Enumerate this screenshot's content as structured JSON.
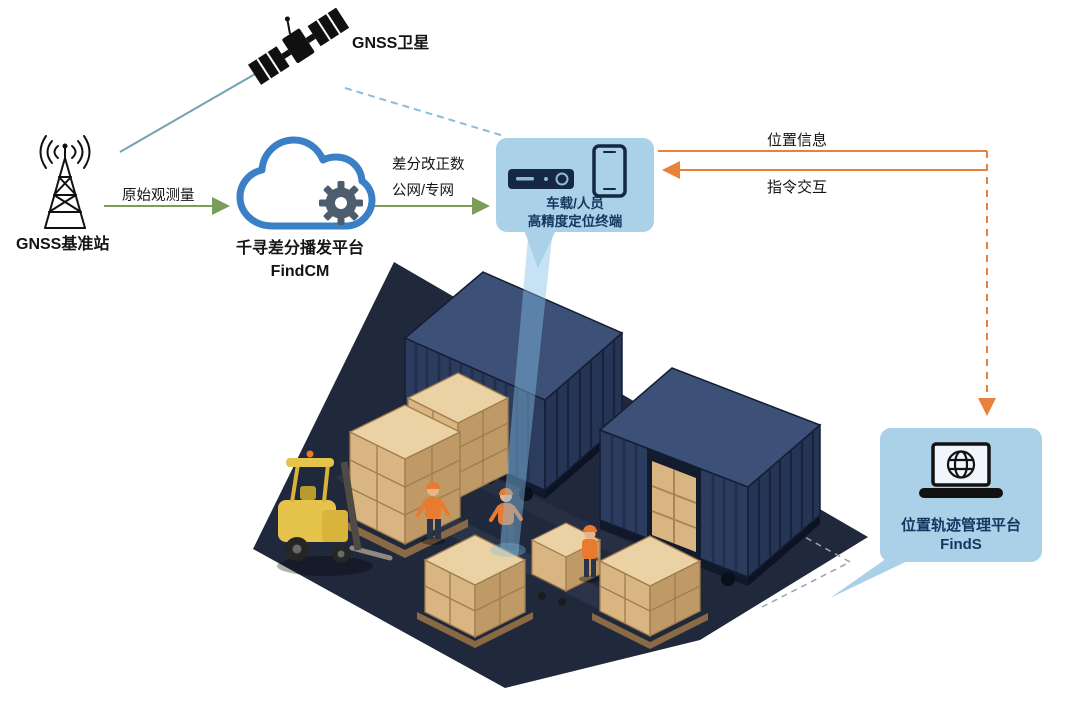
{
  "diagram": {
    "satellite": {
      "label": "GNSS卫星"
    },
    "base_station": {
      "label": "GNSS基准站"
    },
    "cloud": {
      "title": "千寻差分播发平台",
      "subtitle": "FindCM"
    },
    "flow_raw": {
      "label": "原始观测量"
    },
    "flow_corrections": {
      "line1": "差分改正数",
      "line2": "公网/专网"
    },
    "terminal": {
      "line1": "车载/人员",
      "line2": "高精度定位终端"
    },
    "flow_location": {
      "label": "位置信息"
    },
    "flow_command": {
      "label": "指令交互"
    },
    "platform": {
      "line1": "位置轨迹管理平台",
      "line2": "FindS"
    }
  },
  "icons": {
    "satellite": "satellite-icon",
    "base_station": "radio-tower-icon",
    "cloud": "cloud-icon",
    "gear": "gear-icon",
    "terminal_device": "vehicle-terminal-icon",
    "phone": "smartphone-icon",
    "platform": "laptop-globe-icon"
  },
  "colors": {
    "node_fill": "#aad1e8",
    "node_text": "#16355f",
    "arrow_green": "#7a9e5a",
    "arrow_orange": "#e8813a",
    "line_teal": "#74a3b0",
    "line_blue_dashed": "#8cbcdc",
    "cloud_blue": "#3b80c6",
    "gear": "#4d5d6d",
    "floor": "#20283c",
    "container": "#2c3c5e",
    "container_top": "#3d5078",
    "carton": "#d9b581",
    "forklift": "#e6c44c",
    "beam": "rgba(130,190,230,0.45)"
  }
}
